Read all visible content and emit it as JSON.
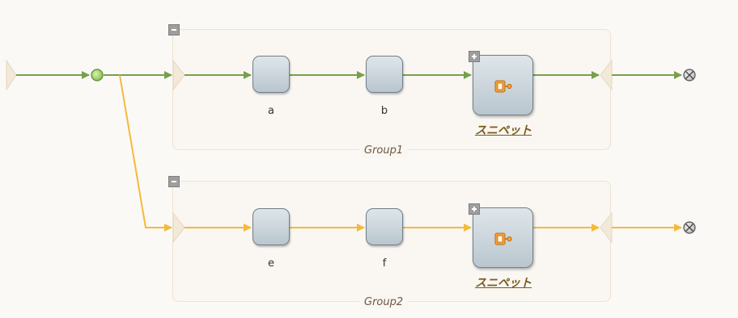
{
  "colors": {
    "branch1": "#76a04a",
    "branch2": "#f5b93a",
    "group_border": "#efe3d1",
    "terminator": "#8a8a8a"
  },
  "groups": [
    {
      "label": "Group1",
      "steps": [
        {
          "label": "a"
        },
        {
          "label": "b"
        }
      ],
      "snippet": {
        "label": "スニペット",
        "icon": "snippet-icon"
      }
    },
    {
      "label": "Group2",
      "steps": [
        {
          "label": "e"
        },
        {
          "label": "f"
        }
      ],
      "snippet": {
        "label": "スニペット",
        "icon": "snippet-icon"
      }
    }
  ]
}
